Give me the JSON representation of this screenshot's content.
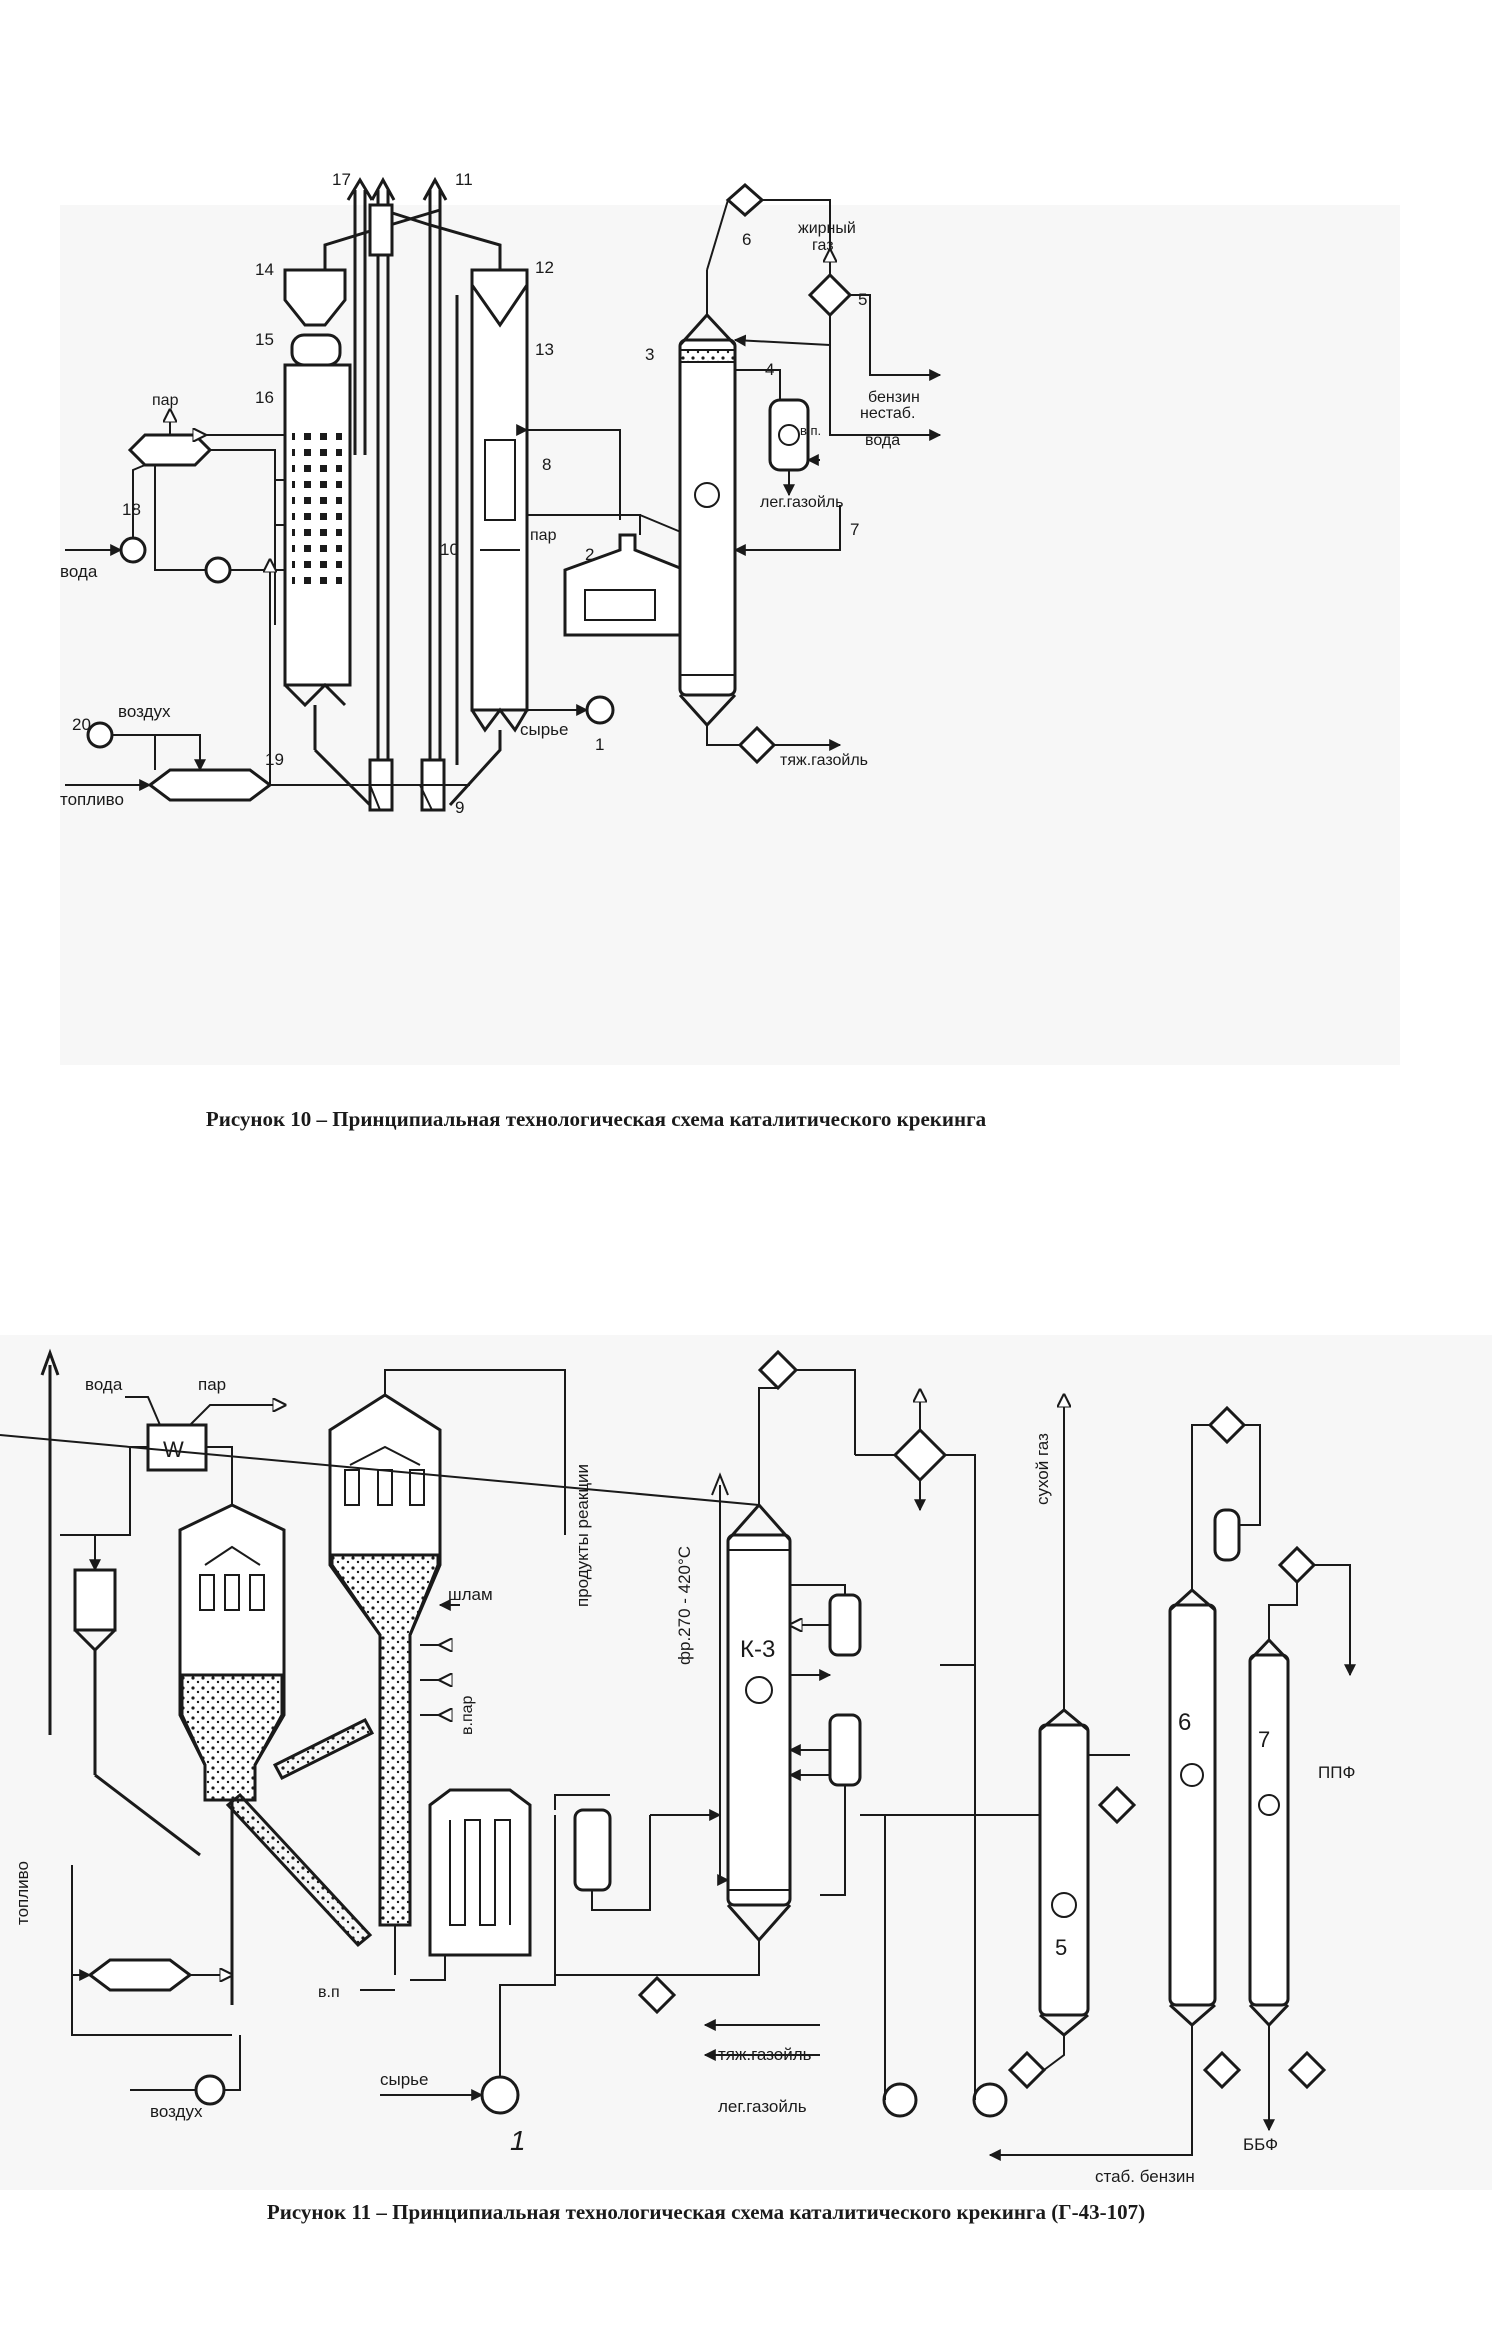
{
  "figure10": {
    "caption": "Рисунок 10 – Принципиальная технологическая схема каталитического крекинга",
    "numbers": [
      "1",
      "2",
      "3",
      "4",
      "5",
      "6",
      "7",
      "8",
      "9",
      "10",
      "11",
      "12",
      "13",
      "14",
      "15",
      "16",
      "17",
      "18",
      "19",
      "20"
    ],
    "labels": {
      "par_top": "пар",
      "voda_left": "вода",
      "vozdukh": "воздух",
      "toplivo": "топливо",
      "syrye": "сырье",
      "par_reactor": "пар",
      "zhirny": "жирный",
      "gaz": "газ",
      "benzin": "бензин",
      "nestab": "нестаб.",
      "voda_right": "вода",
      "vp": "в.п.",
      "leg_gazoil": "лег.газойль",
      "tyazh_gazoil": "тяж.газойль"
    }
  },
  "figure11": {
    "caption": "Рисунок 11 – Принципиальная технологическая схема каталитического крекинга (Г-43-107)",
    "labels": {
      "voda": "вода",
      "par": "пар",
      "w": "W",
      "produkty": "продукты реакции",
      "fraction": "фр.270 - 420°С",
      "k3": "К-3",
      "sukhoy_gaz": "сухой газ",
      "shlam": "шлам",
      "v_par": "в.пар",
      "toplivo": "топливо",
      "vp": "в.п",
      "vozdukh": "воздух",
      "syrye": "сырье",
      "num1": "1",
      "tyazh": "тяж.газойль",
      "leg": "лег.газойль",
      "num5": "5",
      "num6": "6",
      "num7": "7",
      "ppf": "ППФ",
      "bbf": "ББФ",
      "stab": "стаб. бензин"
    }
  }
}
